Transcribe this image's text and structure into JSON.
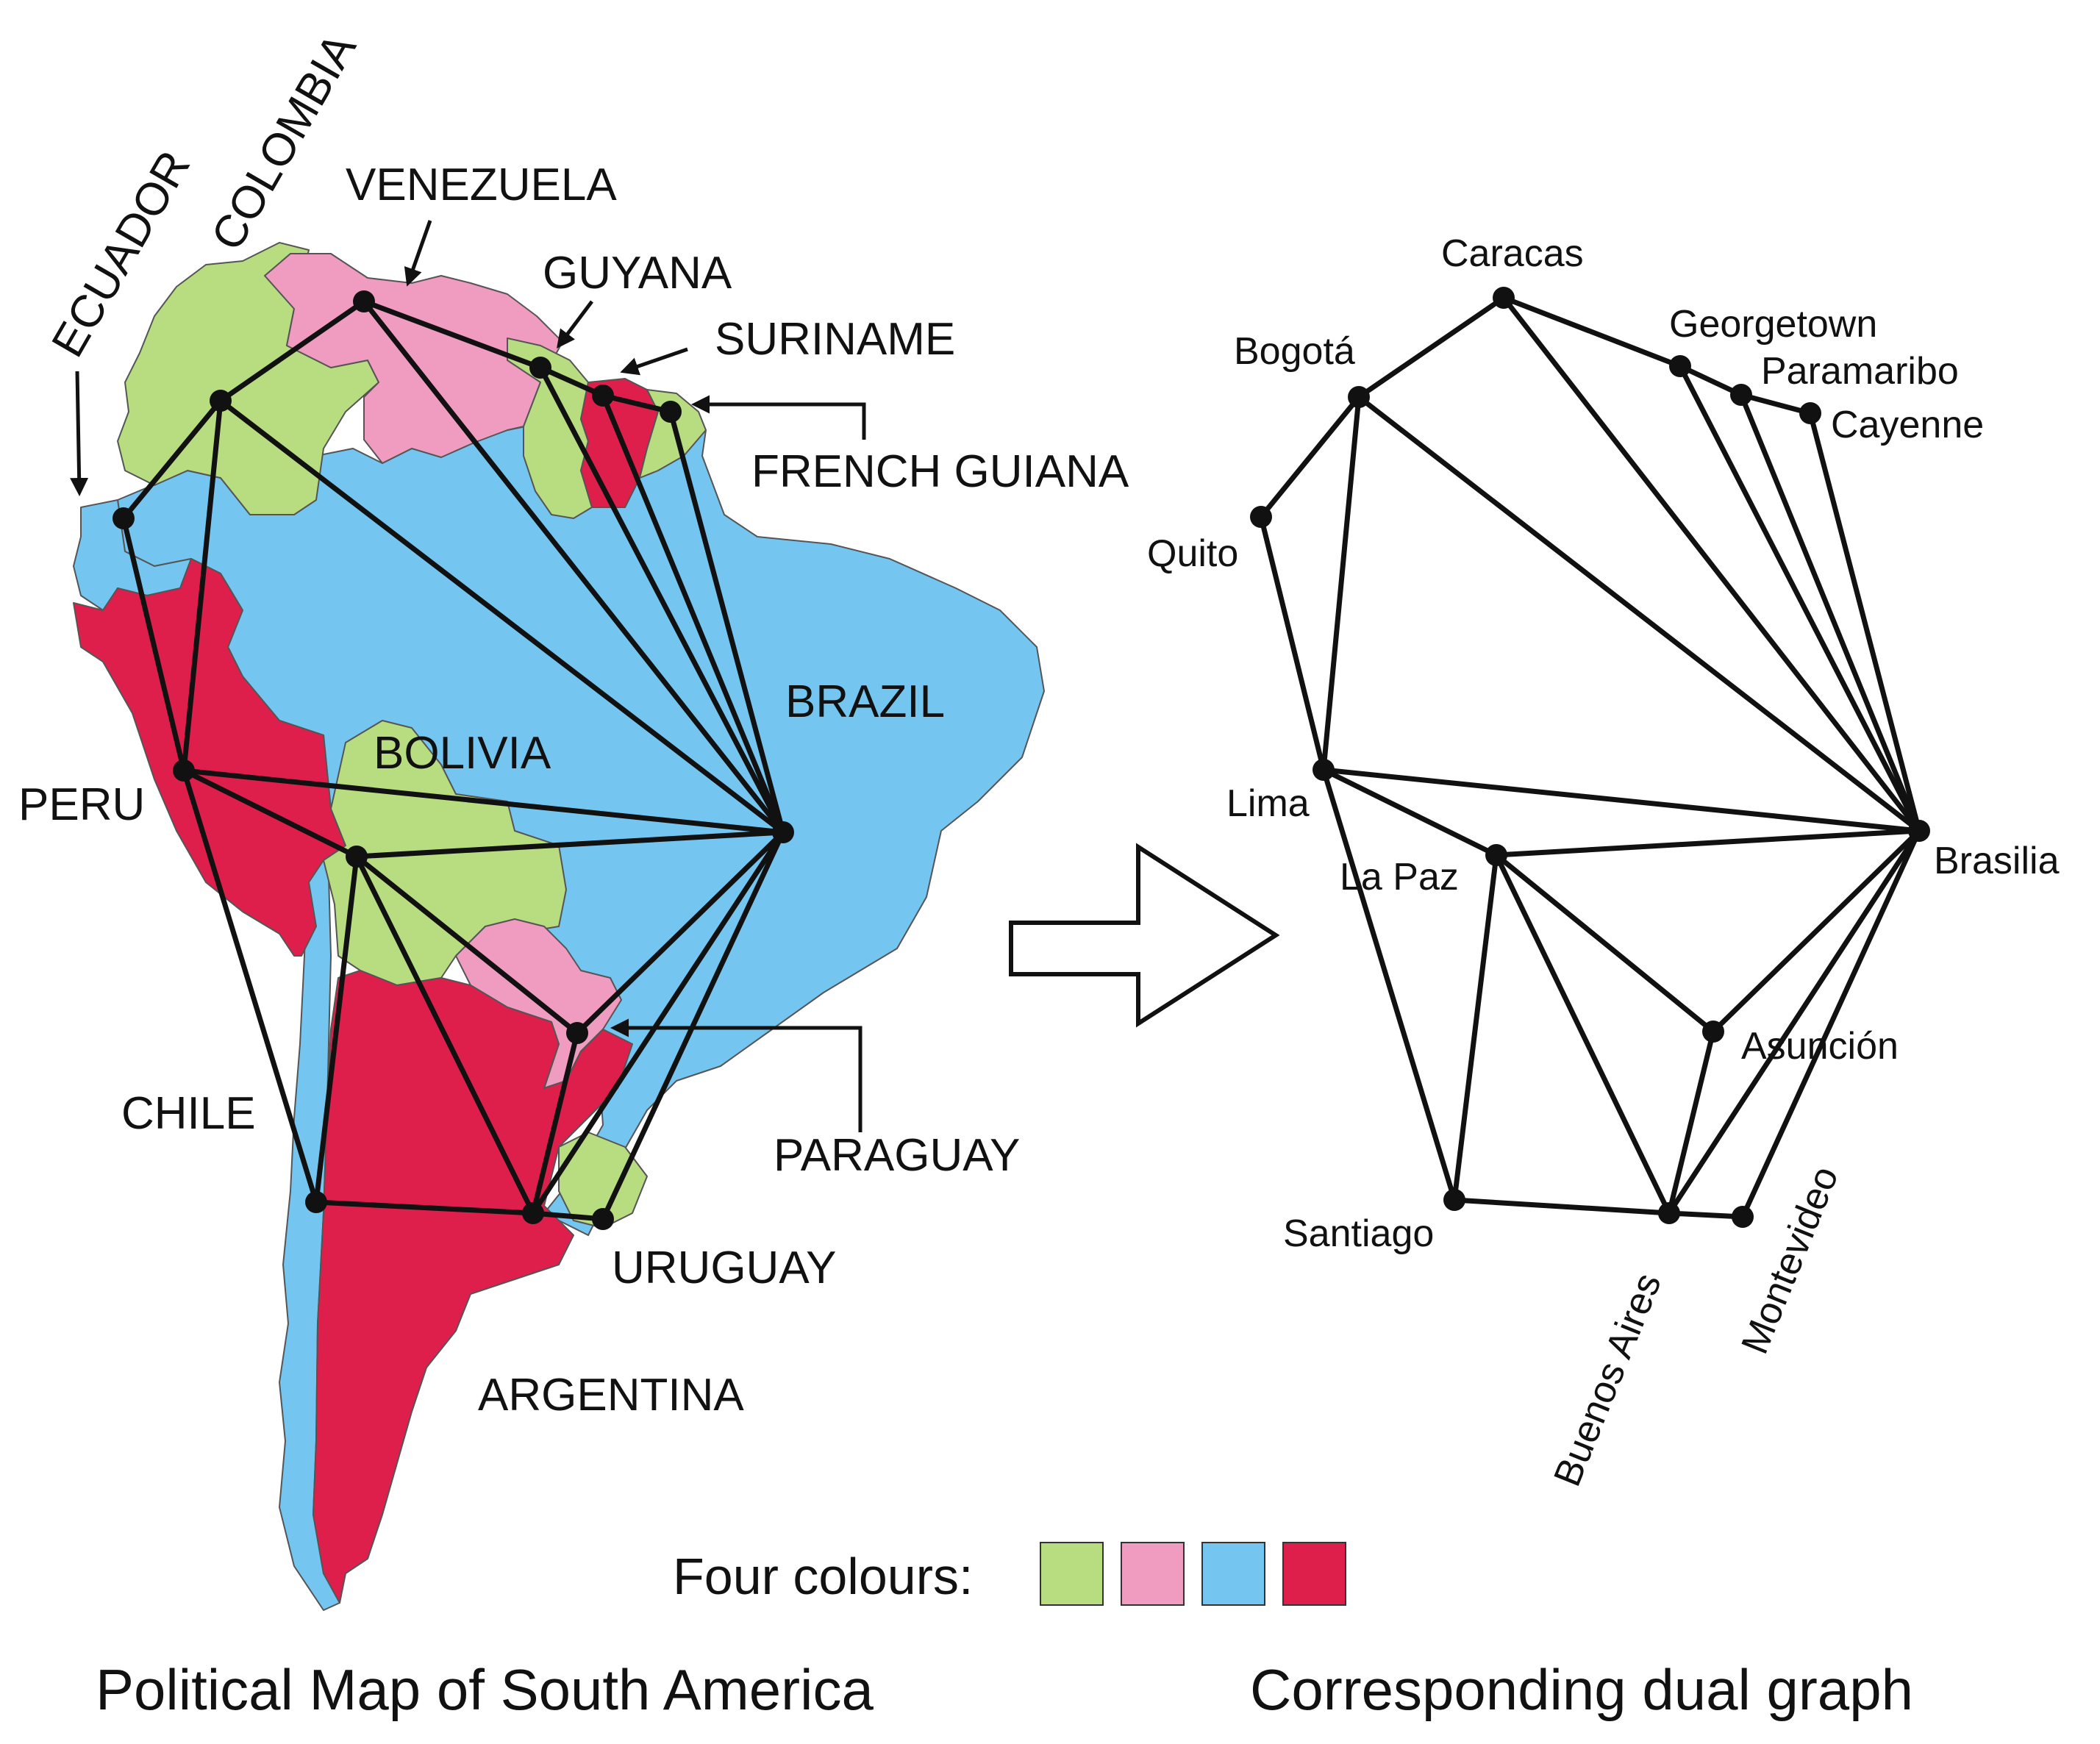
{
  "palette": {
    "green": "#b8dc80",
    "pink": "#f09cc0",
    "blue": "#74c6f0",
    "red": "#de1f4c"
  },
  "countries": [
    {
      "id": "colombia",
      "label": "COLOMBIA",
      "color": "green"
    },
    {
      "id": "venezuela",
      "label": "VENEZUELA",
      "color": "pink"
    },
    {
      "id": "guyana",
      "label": "GUYANA",
      "color": "green"
    },
    {
      "id": "suriname",
      "label": "SURINAME",
      "color": "red"
    },
    {
      "id": "french-guiana",
      "label": "FRENCH GUIANA",
      "color": "green"
    },
    {
      "id": "ecuador",
      "label": "ECUADOR",
      "color": "blue"
    },
    {
      "id": "peru",
      "label": "PERU",
      "color": "red"
    },
    {
      "id": "brazil",
      "label": "BRAZIL",
      "color": "blue"
    },
    {
      "id": "bolivia",
      "label": "BOLIVIA",
      "color": "green"
    },
    {
      "id": "paraguay",
      "label": "PARAGUAY",
      "color": "pink"
    },
    {
      "id": "chile",
      "label": "CHILE",
      "color": "blue"
    },
    {
      "id": "argentina",
      "label": "ARGENTINA",
      "color": "red"
    },
    {
      "id": "uruguay",
      "label": "URUGUAY",
      "color": "green"
    }
  ],
  "legend": {
    "label": "Four colours:",
    "colors": [
      "green",
      "pink",
      "blue",
      "red"
    ]
  },
  "map_caption": "Political Map of South America",
  "graph_caption": "Corresponding dual graph",
  "cities": [
    {
      "id": "caracas",
      "label": "Caracas"
    },
    {
      "id": "georgetown",
      "label": "Georgetown"
    },
    {
      "id": "paramaribo",
      "label": "Paramaribo"
    },
    {
      "id": "cayenne",
      "label": "Cayenne"
    },
    {
      "id": "bogota",
      "label": "Bogotá"
    },
    {
      "id": "quito",
      "label": "Quito"
    },
    {
      "id": "lima",
      "label": "Lima"
    },
    {
      "id": "lapaz",
      "label": "La Paz"
    },
    {
      "id": "brasilia",
      "label": "Brasilia"
    },
    {
      "id": "asuncion",
      "label": "Asunción"
    },
    {
      "id": "santiago",
      "label": "Santiago"
    },
    {
      "id": "buenosaires",
      "label": "Buenos Aires"
    },
    {
      "id": "montevideo",
      "label": "Montevideo"
    }
  ],
  "adjacency": [
    [
      "colombia",
      "venezuela"
    ],
    [
      "colombia",
      "ecuador"
    ],
    [
      "colombia",
      "peru"
    ],
    [
      "colombia",
      "brazil"
    ],
    [
      "venezuela",
      "guyana"
    ],
    [
      "venezuela",
      "brazil"
    ],
    [
      "guyana",
      "suriname"
    ],
    [
      "guyana",
      "brazil"
    ],
    [
      "suriname",
      "french-guiana"
    ],
    [
      "suriname",
      "brazil"
    ],
    [
      "french-guiana",
      "brazil"
    ],
    [
      "ecuador",
      "peru"
    ],
    [
      "peru",
      "brazil"
    ],
    [
      "peru",
      "bolivia"
    ],
    [
      "peru",
      "chile"
    ],
    [
      "bolivia",
      "brazil"
    ],
    [
      "bolivia",
      "paraguay"
    ],
    [
      "bolivia",
      "argentina"
    ],
    [
      "bolivia",
      "chile"
    ],
    [
      "brazil",
      "paraguay"
    ],
    [
      "brazil",
      "argentina"
    ],
    [
      "brazil",
      "uruguay"
    ],
    [
      "paraguay",
      "argentina"
    ],
    [
      "chile",
      "argentina"
    ],
    [
      "argentina",
      "uruguay"
    ]
  ]
}
